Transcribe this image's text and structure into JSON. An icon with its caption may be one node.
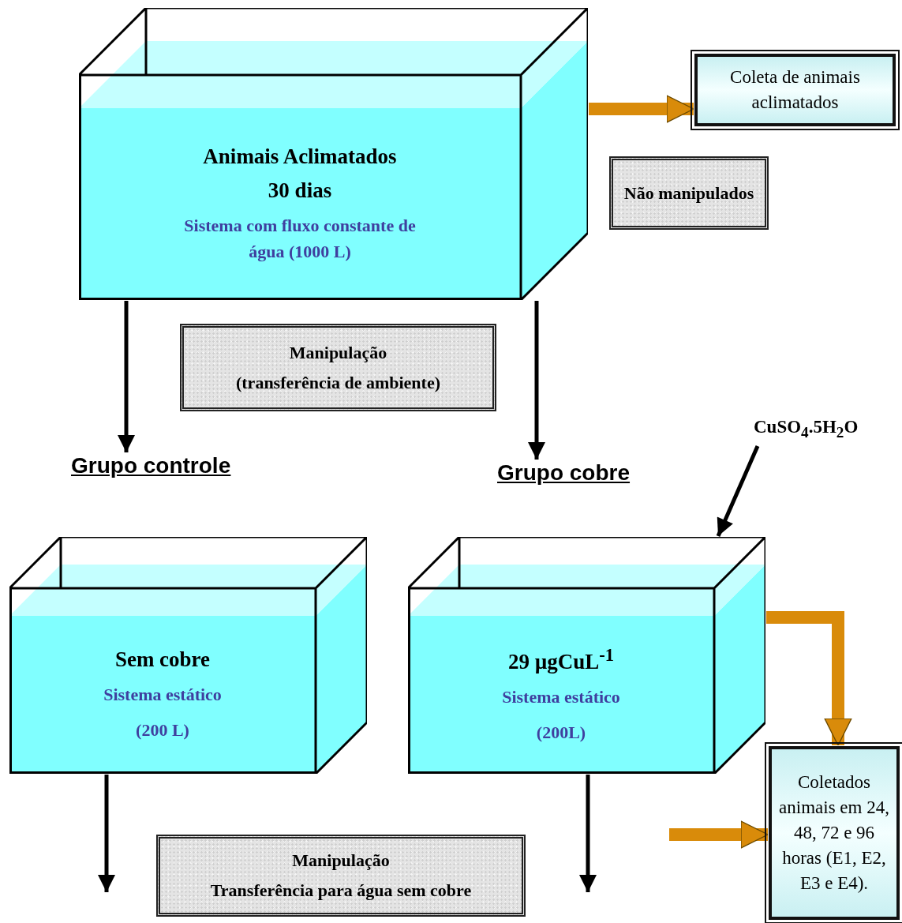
{
  "diagram": {
    "nodes": [
      {
        "text": [
          "Animais Aclimatados",
          "30 dias",
          "Sistema com fluxo constante de água (1000 L)"
        ]
      },
      {
        "text": [
          "Coleta de animais aclimatados"
        ]
      },
      {
        "text": [
          "Não manipulados"
        ]
      },
      {
        "text": [
          "Manipulação",
          "(transferência de ambiente)"
        ]
      },
      {
        "text": [
          "Grupo controle"
        ]
      },
      {
        "text": [
          "Grupo cobre"
        ]
      },
      {
        "text": [
          "CuSO$_{4}$.5H$_{2}$O"
        ]
      },
      {
        "text": [
          "Sem cobre",
          "Sistema estático",
          "(200 L)"
        ]
      },
      {
        "text": [
          "29 µgCuL$^{-1}$",
          "Sistema estático",
          "(200L)"
        ]
      },
      {
        "text": [
          "Manipulação",
          "Transferência para água sem cobre"
        ]
      },
      {
        "text": [
          "Coletados animais em 24, 48, 72 e 96 horas (E1, E2, E3 e E4)."
        ]
      }
    ],
    "edges": [
      {
        "from": 0,
        "to": 1,
        "arrow": "to",
        "style": "thick",
        "color": "#d98b0a"
      },
      {
        "from": 0,
        "to": 4,
        "arrow": "to"
      },
      {
        "from": 0,
        "to": 5,
        "arrow": "to"
      },
      {
        "from": 6,
        "to": 8,
        "arrow": "to"
      },
      {
        "from": 8,
        "to": 10,
        "arrow": "to",
        "style": "thick",
        "color": "#d98b0a"
      },
      {
        "from": null,
        "to": 10,
        "arrow": "to",
        "style": "thick",
        "color": "#d98b0a"
      },
      {
        "from": 7,
        "to": null,
        "arrow": "to"
      },
      {
        "from": 8,
        "to": null,
        "arrow": "to"
      }
    ]
  }
}
